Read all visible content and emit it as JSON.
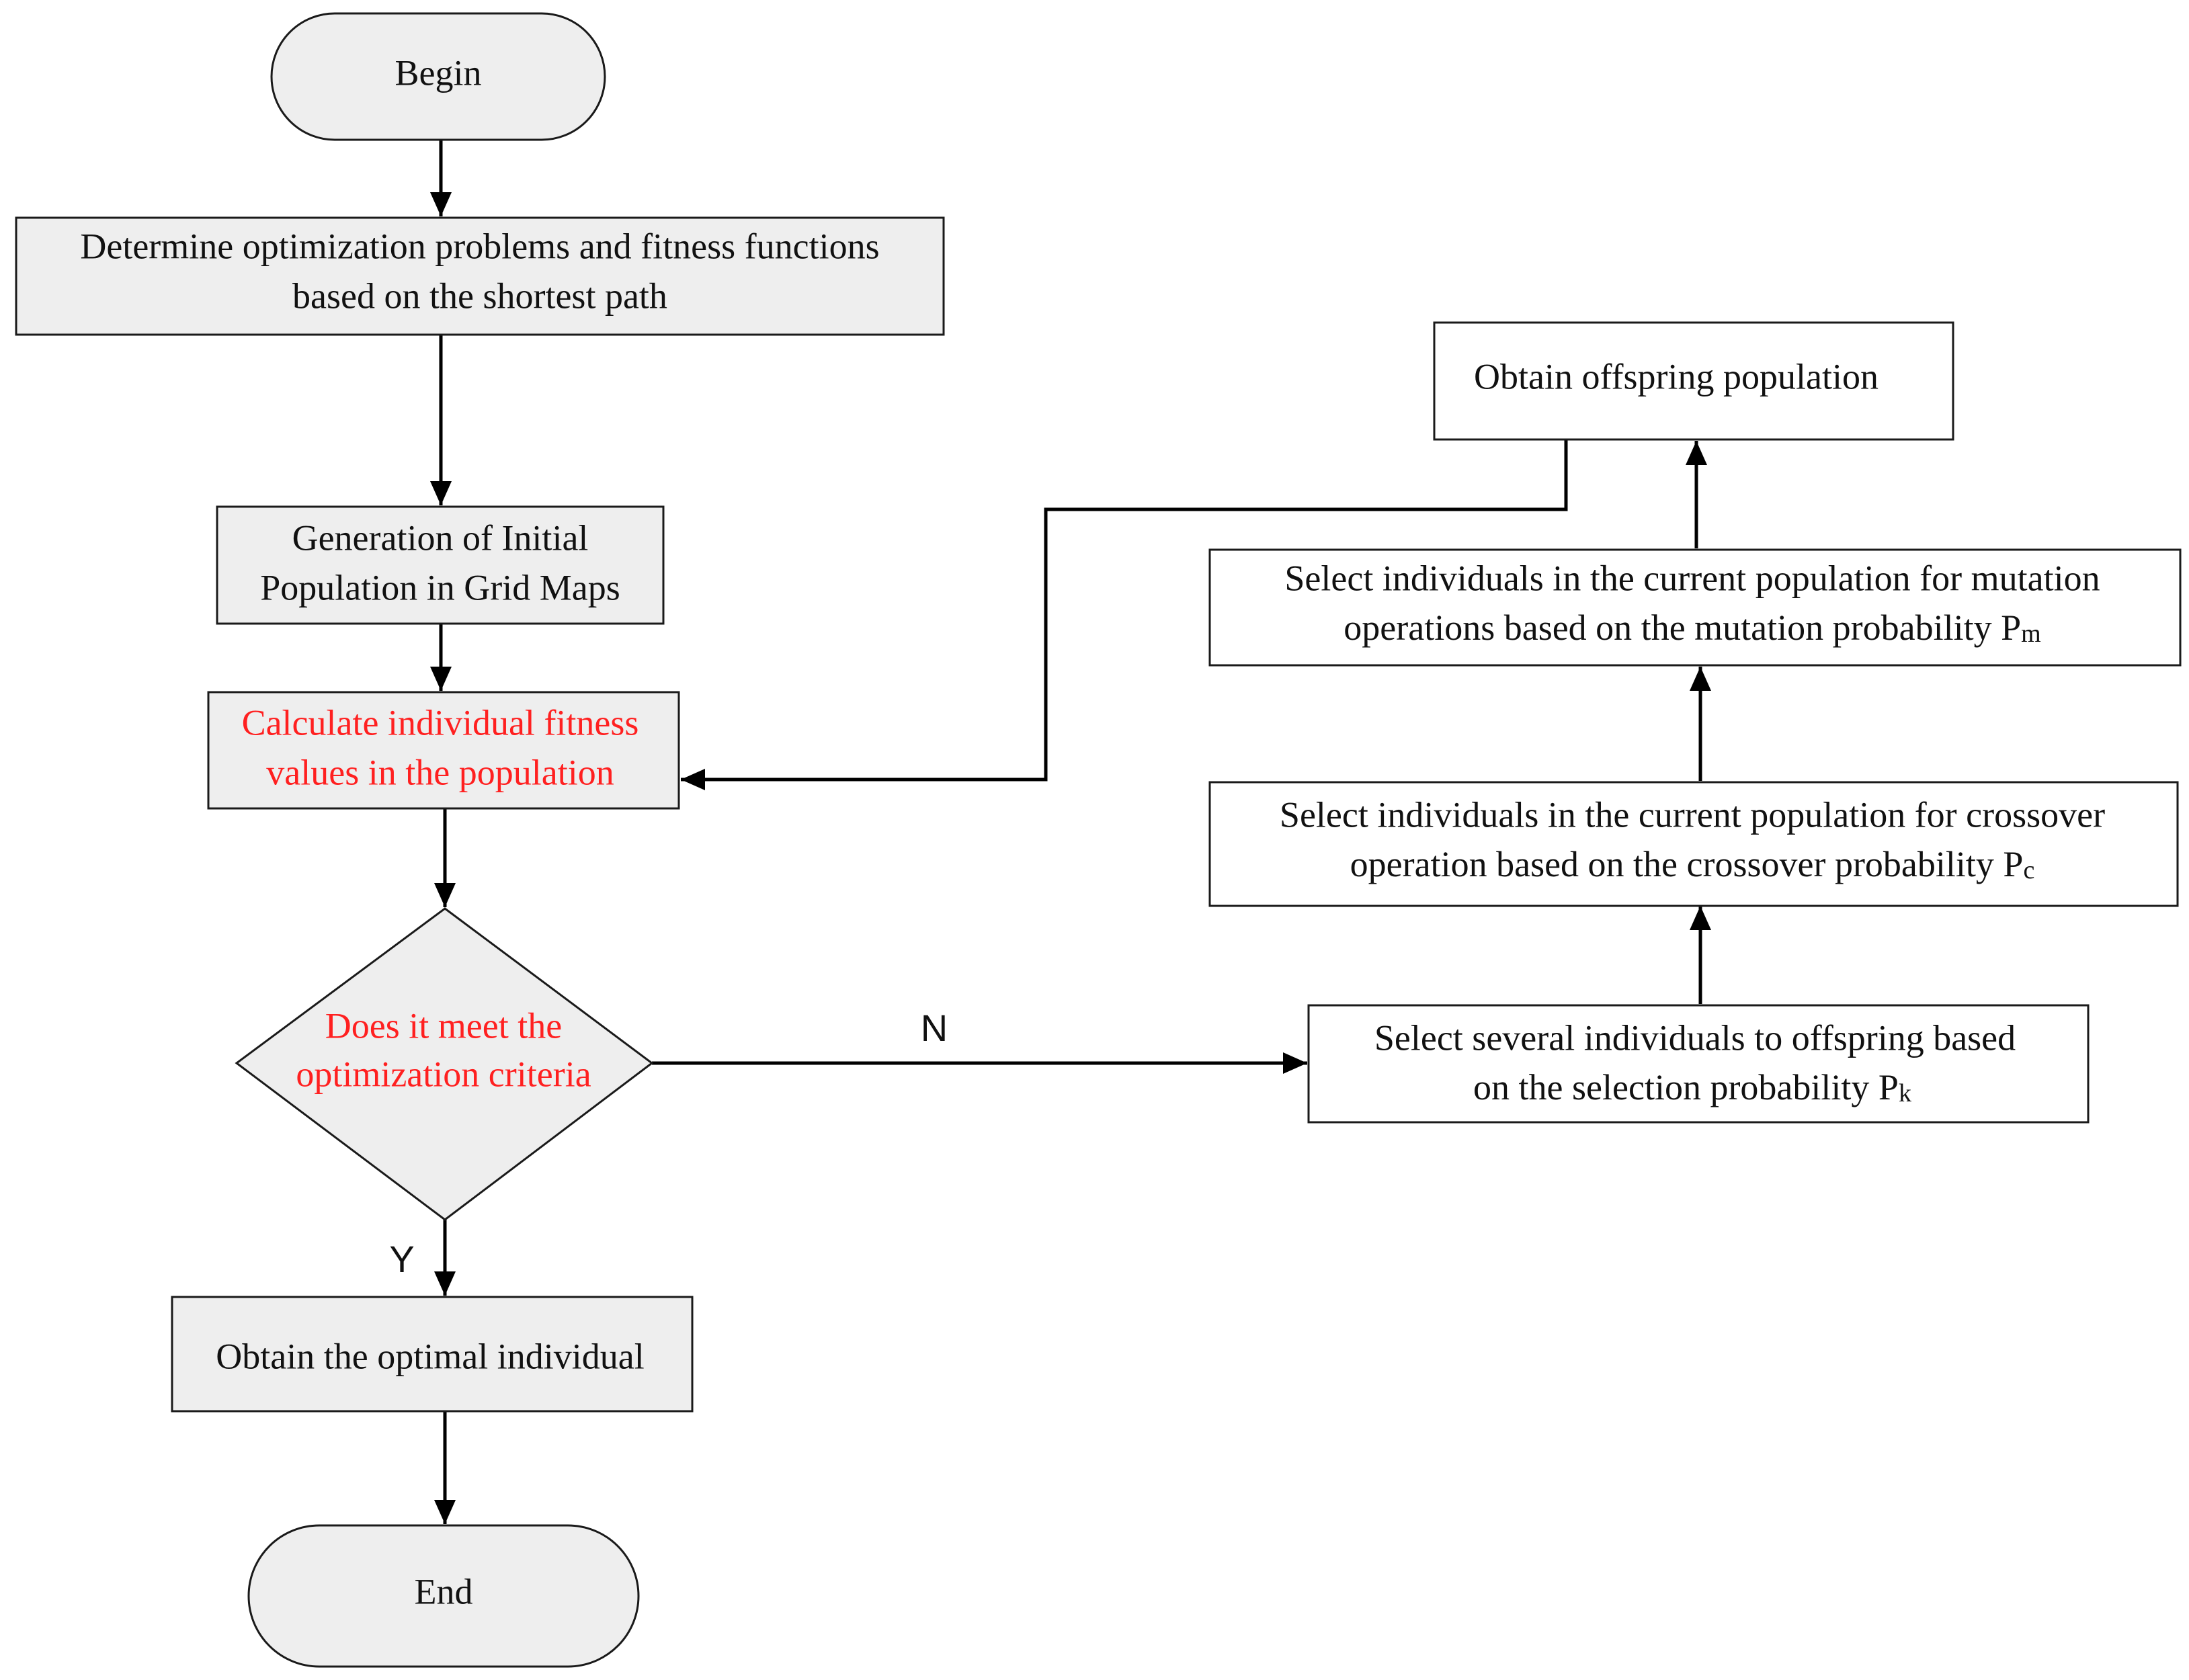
{
  "nodes": {
    "begin": "Begin",
    "determine": [
      "Determine optimization problems and fitness functions",
      "based on the shortest path"
    ],
    "generation": [
      "Generation of Initial",
      "Population in Grid Maps"
    ],
    "calculate": [
      "Calculate individual fitness",
      "values in the population"
    ],
    "decision": [
      "Does it meet the",
      "optimization criteria"
    ],
    "optimal": "Obtain the optimal individual",
    "end": "End",
    "select_offspring": [
      "Select several individuals to offspring based",
      "on the selection probability P",
      "k"
    ],
    "crossover": [
      "Select individuals in the current population for crossover",
      "operation based on the crossover probability P",
      "c"
    ],
    "mutation": [
      "Select individuals in the current population for mutation",
      "operations based on the mutation probability P",
      "m"
    ],
    "offspring": "Obtain offspring population"
  },
  "edge_labels": {
    "no": "N",
    "yes": "Y"
  },
  "colors": {
    "highlight_text": "#ff2020",
    "gray_fill": "#eeeeee",
    "stroke": "#1a1a1a"
  }
}
